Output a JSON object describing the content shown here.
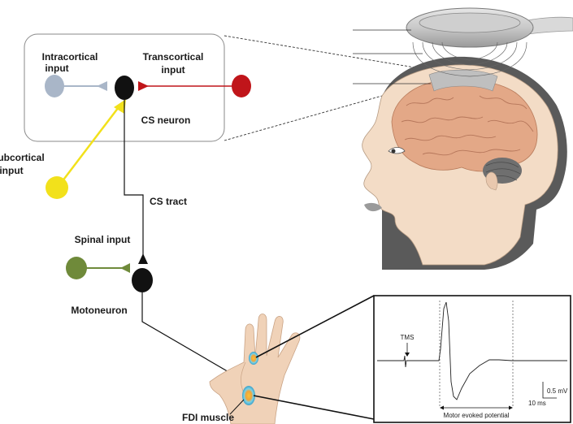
{
  "labels": {
    "intracortical_line1": "Intracortical",
    "intracortical_line2": "input",
    "transcortical_line1": "Transcortical",
    "transcortical_line2": "input",
    "cs_neuron": "CS neuron",
    "subcortical_line1": "Subcortical",
    "subcortical_line2": "input",
    "cs_tract": "CS tract",
    "spinal_input": "Spinal input",
    "motoneuron": "Motoneuron",
    "fdi_muscle": "FDI muscle"
  },
  "emg_panel": {
    "tms_label": "TMS",
    "scale_voltage": "0.5 mV",
    "scale_time": "10 ms",
    "mep_label": "Motor evoked potential"
  },
  "colors": {
    "intracortical": "#a9b6c8",
    "transcortical": "#c0151a",
    "subcortical": "#f2e11b",
    "spinal": "#6f8a3a",
    "neuron": "#111111",
    "brain": "#e3a887",
    "skin": "#f3dcc6",
    "coil": "#b9b9b9"
  }
}
